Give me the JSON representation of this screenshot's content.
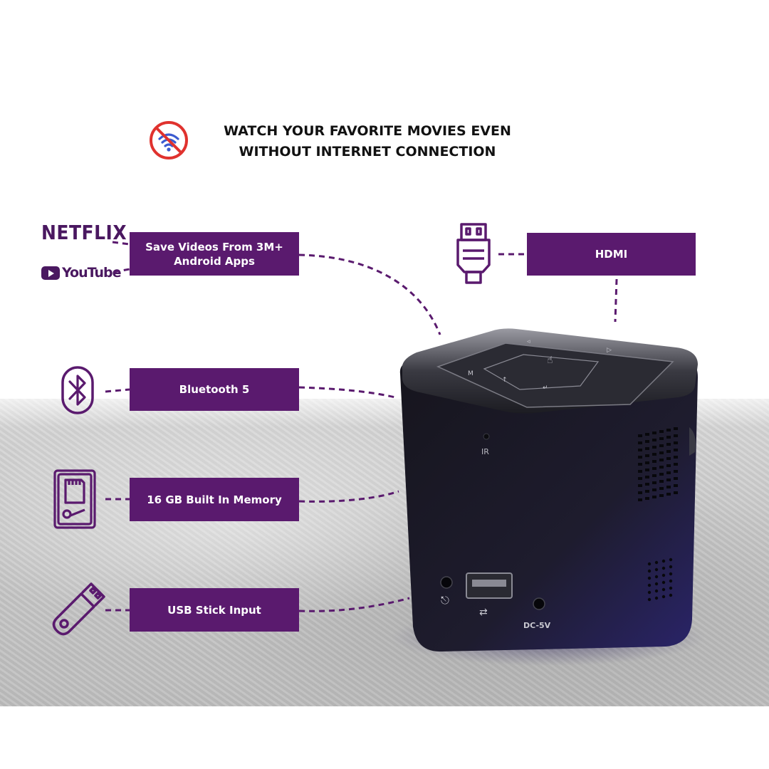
{
  "headline": {
    "line1": "WATCH YOUR FAVORITE MOVIES EVEN",
    "line2": "WITHOUT INTERNET CONNECTION"
  },
  "brands": {
    "netflix": "NETFLIX",
    "youtube": "YouTube"
  },
  "features": {
    "apps_line1": "Save Videos From 3M+",
    "apps_line2": "Android Apps",
    "hdmi": "HDMI",
    "bluetooth": "Bluetooth 5",
    "memory": "16 GB Built In Memory",
    "usb": "USB Stick Input"
  },
  "device_labels": {
    "ir": "IR",
    "dc": "DC-5V"
  },
  "icons": [
    "no-wifi-icon",
    "netflix-logo",
    "youtube-logo",
    "hdmi-icon",
    "bluetooth-icon",
    "memory-card-icon",
    "usb-stick-icon"
  ],
  "colors": {
    "accent": "#5a1a6e",
    "icon": "#5a1a6e",
    "no_wifi_red": "#e0322e",
    "device_body": "#1b1a24"
  }
}
